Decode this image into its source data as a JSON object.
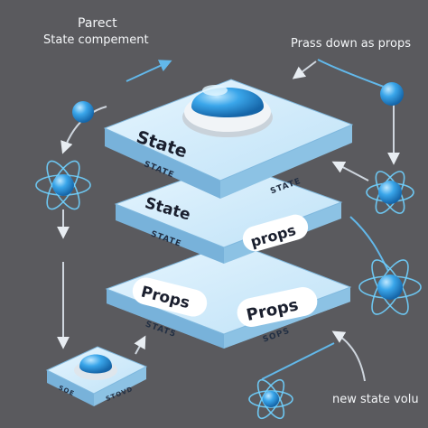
{
  "labels": {
    "parent_line1": "Parect",
    "parent_line2": "State compement",
    "pass_down": "Prass down as props",
    "new_state": "new state volu"
  },
  "plates": {
    "top": {
      "title": "State",
      "left_tag": "STATE",
      "right_tag": "STATE"
    },
    "middle": {
      "left_text": "State",
      "right_text": "props",
      "tag": "STATE"
    },
    "bottom": {
      "left_text": "Props",
      "right_text": "Props",
      "left_tag": "STAT5",
      "right_tag": "SOPS"
    }
  },
  "small_plate": {
    "left_tag": "SOE",
    "right_tag": "STOVD"
  },
  "icons": [
    "node-sphere-icon",
    "atom-icon",
    "arrow-icon",
    "dome-button-icon"
  ],
  "colors": {
    "background": "#5a5a5e",
    "plate_top": "#d8eefb",
    "plate_side": "#9fcbe8",
    "accent_blue": "#3aa6ea",
    "line": "#62b8ea",
    "text_dark": "#1a1f2e",
    "label_light": "#f4f6f8"
  }
}
